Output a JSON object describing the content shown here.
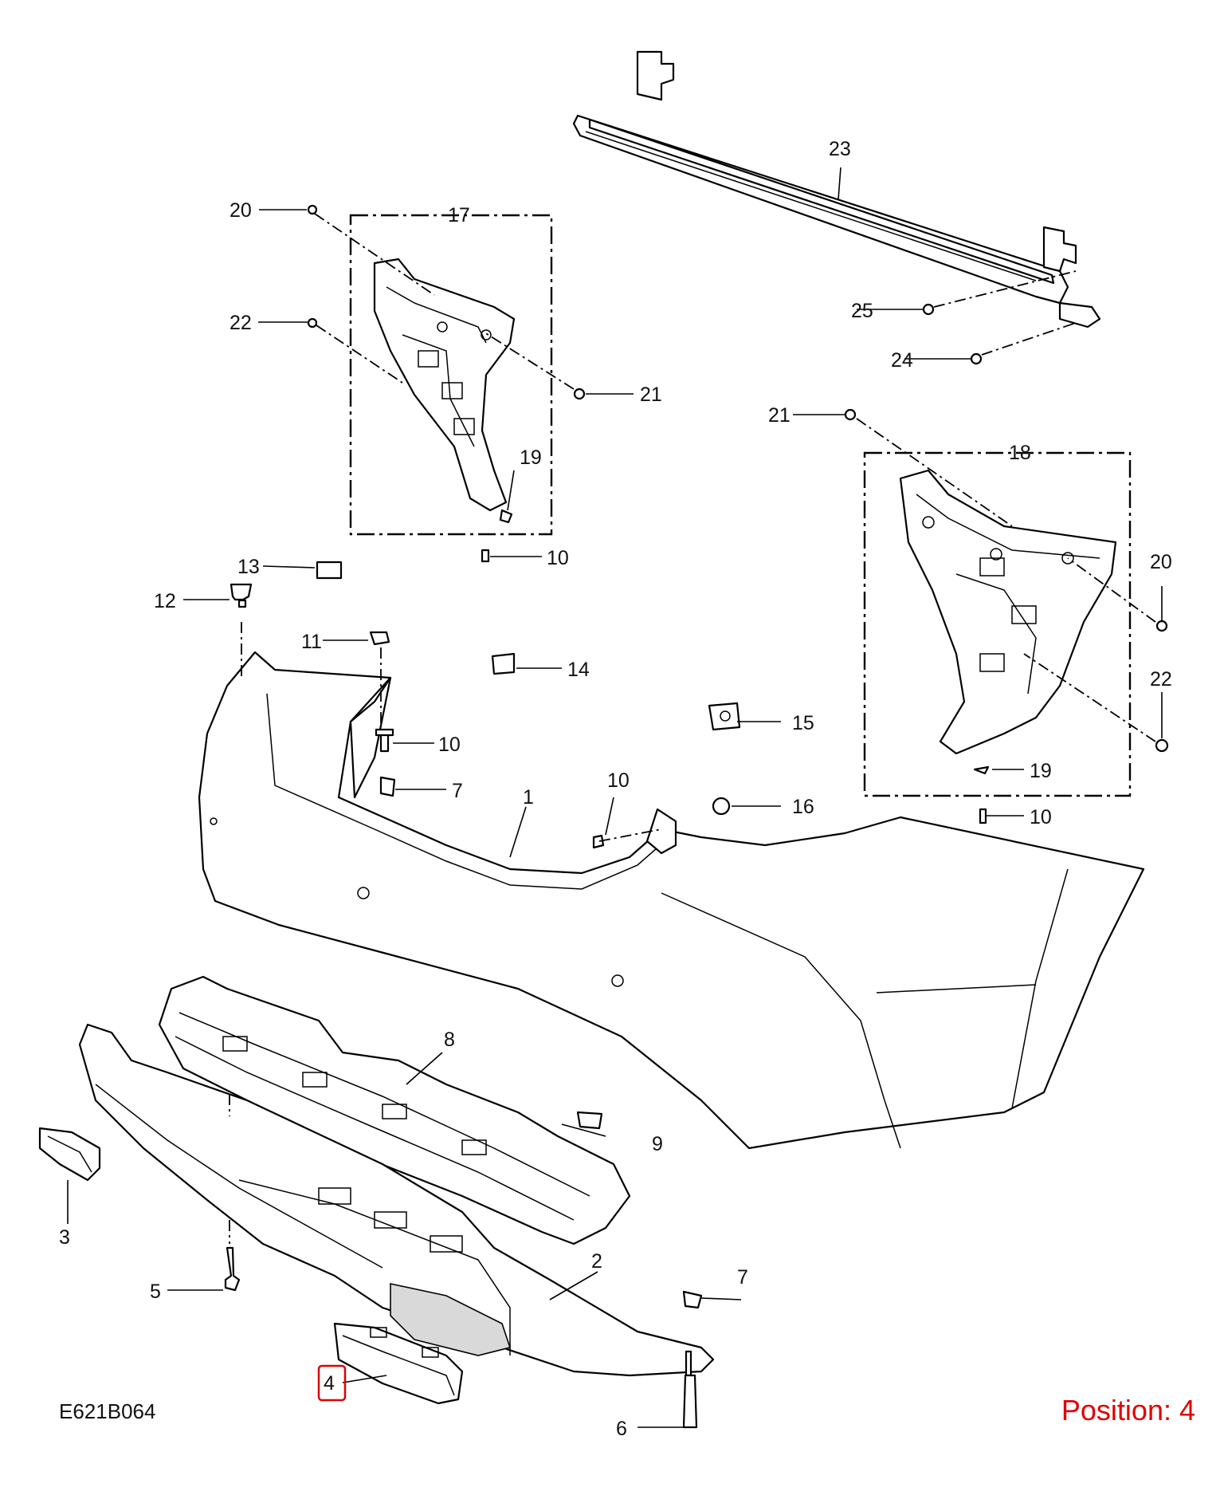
{
  "drawing_code": "E621B064",
  "position_text": "Position: 4",
  "highlight_color": "#e00000",
  "highlighted_callout": "4",
  "callouts": [
    "23",
    "20",
    "17",
    "22",
    "21",
    "19",
    "10",
    "25",
    "24",
    "21",
    "18",
    "13",
    "12",
    "11",
    "14",
    "15",
    "20",
    "22",
    "10",
    "7",
    "10",
    "16",
    "19",
    "10",
    "1",
    "8",
    "9",
    "3",
    "5",
    "2",
    "7",
    "4",
    "6"
  ]
}
